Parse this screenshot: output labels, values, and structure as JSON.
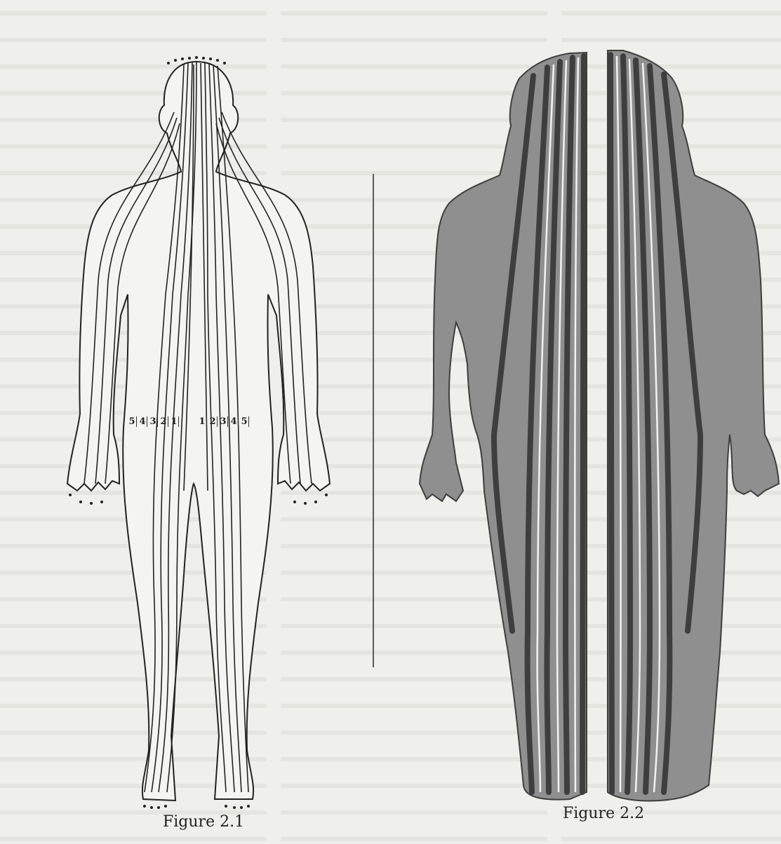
{
  "figures": [
    {
      "caption": "Figure 2.1",
      "zone_numbers_left": [
        "5",
        "4",
        "3",
        "2",
        "1"
      ],
      "zone_numbers_right": [
        "1",
        "2",
        "3",
        "4",
        "5"
      ]
    },
    {
      "caption": "Figure 2.2"
    }
  ],
  "colors": {
    "paper": "#efefeb",
    "body_fill_fig2": "#8f8f8f",
    "line_dark": "#3e3e3e",
    "line_light": "#f2f2f2"
  }
}
